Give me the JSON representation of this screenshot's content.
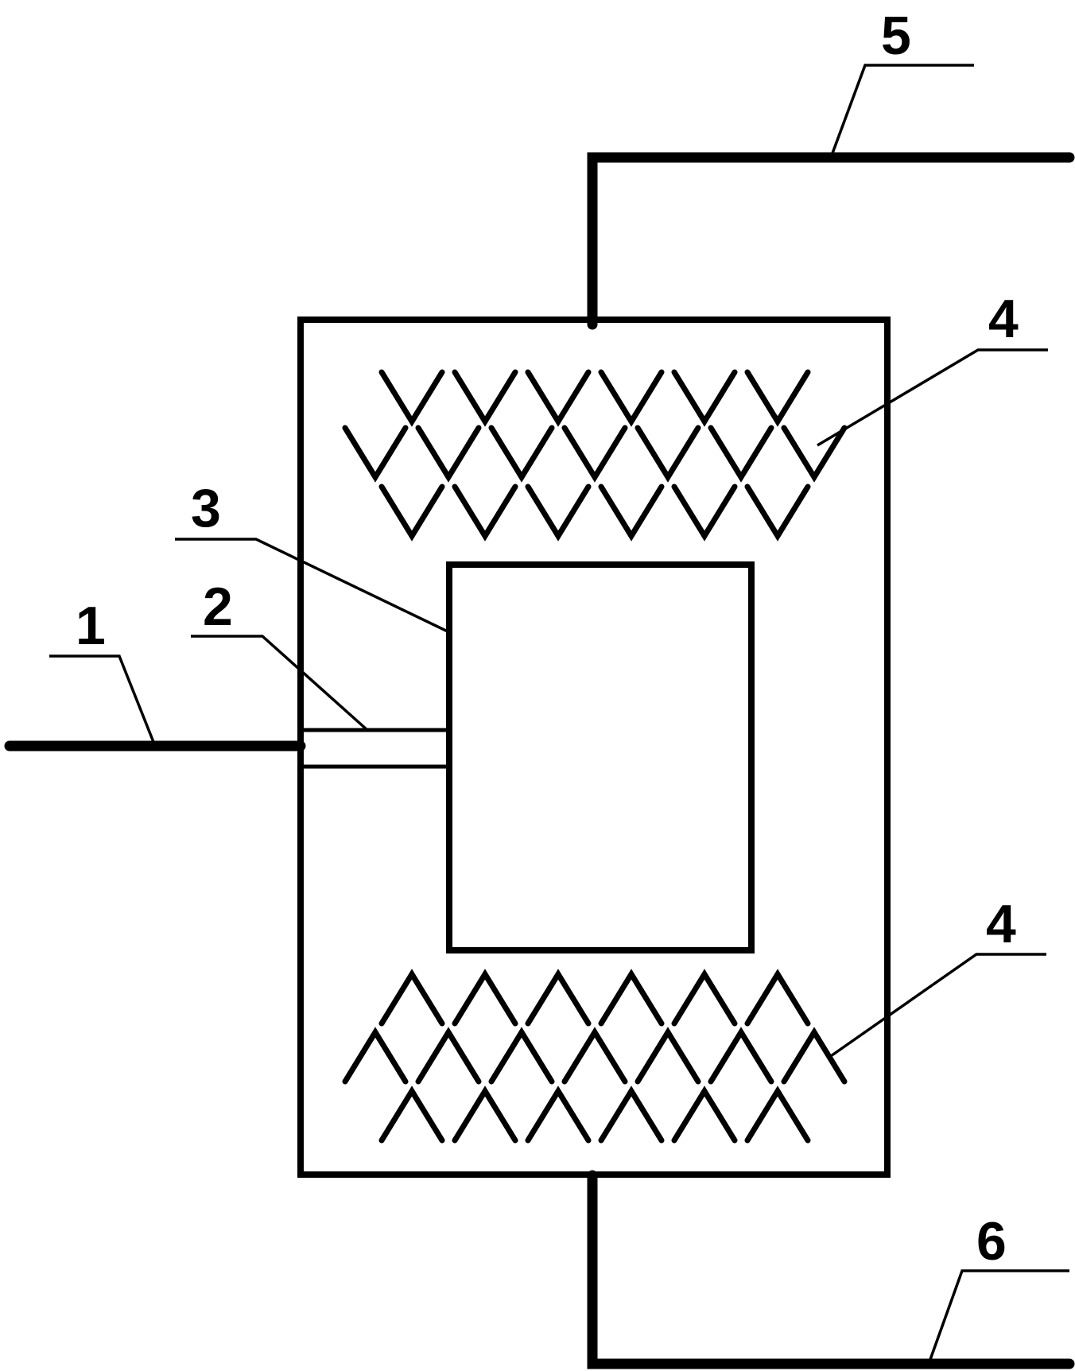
{
  "labels": {
    "inlet_pipe": "1",
    "nozzle": "2",
    "inner_chamber": "3",
    "packing_upper": "4",
    "packing_lower": "4",
    "top_outlet": "5",
    "bottom_outlet": "6"
  },
  "packing": {
    "upper_shape": "v-chevron",
    "lower_shape": "inverted-v-chevron",
    "rows": 3,
    "row_counts": [
      6,
      7,
      6
    ]
  },
  "colors": {
    "line": "#000000",
    "background": "#ffffff"
  }
}
